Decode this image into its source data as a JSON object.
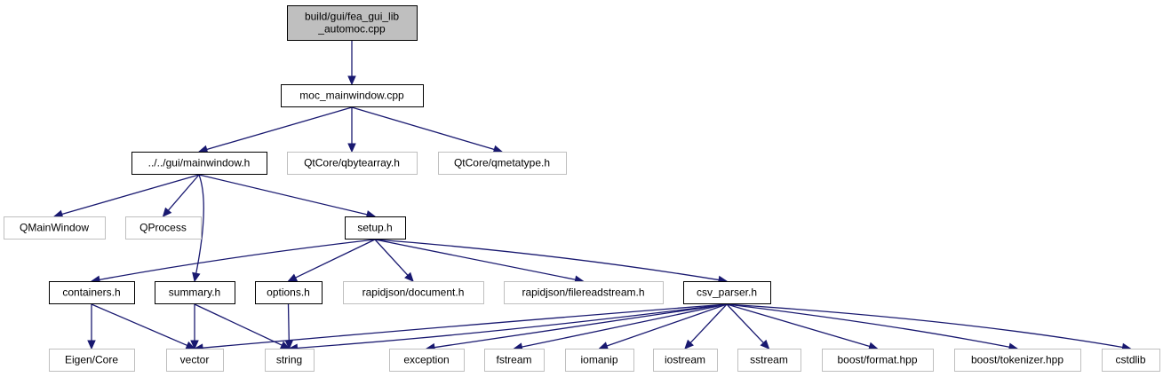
{
  "colors": {
    "edge": "#191970",
    "root_fill": "#bfbfbf",
    "root_border": "#000000",
    "node_fill": "#ffffff",
    "node_border": "#000000",
    "external_border": "#bfbfbf",
    "text": "#000000"
  },
  "nodes": [
    {
      "id": "root",
      "lines": [
        "build/gui/fea_gui_lib",
        "_automoc.cpp"
      ],
      "style": "root"
    },
    {
      "id": "moc",
      "lines": [
        "moc_mainwindow.cpp"
      ],
      "style": "normal"
    },
    {
      "id": "mainwindow",
      "lines": [
        "../../gui/mainwindow.h"
      ],
      "style": "normal"
    },
    {
      "id": "qbytearray",
      "lines": [
        "QtCore/qbytearray.h"
      ],
      "style": "external"
    },
    {
      "id": "qmetatype",
      "lines": [
        "QtCore/qmetatype.h"
      ],
      "style": "external"
    },
    {
      "id": "qmainwindow",
      "lines": [
        "QMainWindow"
      ],
      "style": "external"
    },
    {
      "id": "qprocess",
      "lines": [
        "QProcess"
      ],
      "style": "external"
    },
    {
      "id": "setup",
      "lines": [
        "setup.h"
      ],
      "style": "normal"
    },
    {
      "id": "containers",
      "lines": [
        "containers.h"
      ],
      "style": "normal"
    },
    {
      "id": "summary",
      "lines": [
        "summary.h"
      ],
      "style": "normal"
    },
    {
      "id": "options",
      "lines": [
        "options.h"
      ],
      "style": "normal"
    },
    {
      "id": "rj_document",
      "lines": [
        "rapidjson/document.h"
      ],
      "style": "external"
    },
    {
      "id": "rj_filereadstream",
      "lines": [
        "rapidjson/filereadstream.h"
      ],
      "style": "external"
    },
    {
      "id": "csv_parser",
      "lines": [
        "csv_parser.h"
      ],
      "style": "normal"
    },
    {
      "id": "eigen",
      "lines": [
        "Eigen/Core"
      ],
      "style": "external"
    },
    {
      "id": "vector",
      "lines": [
        "vector"
      ],
      "style": "external"
    },
    {
      "id": "string",
      "lines": [
        "string"
      ],
      "style": "external"
    },
    {
      "id": "exception",
      "lines": [
        "exception"
      ],
      "style": "external"
    },
    {
      "id": "fstream",
      "lines": [
        "fstream"
      ],
      "style": "external"
    },
    {
      "id": "iomanip",
      "lines": [
        "iomanip"
      ],
      "style": "external"
    },
    {
      "id": "iostream",
      "lines": [
        "iostream"
      ],
      "style": "external"
    },
    {
      "id": "sstream",
      "lines": [
        "sstream"
      ],
      "style": "external"
    },
    {
      "id": "boost_format",
      "lines": [
        "boost/format.hpp"
      ],
      "style": "external"
    },
    {
      "id": "boost_tokenizer",
      "lines": [
        "boost/tokenizer.hpp"
      ],
      "style": "external"
    },
    {
      "id": "cstdlib",
      "lines": [
        "cstdlib"
      ],
      "style": "external"
    }
  ],
  "edges": [
    [
      "root",
      "moc"
    ],
    [
      "moc",
      "mainwindow"
    ],
    [
      "moc",
      "qbytearray"
    ],
    [
      "moc",
      "qmetatype"
    ],
    [
      "mainwindow",
      "qmainwindow"
    ],
    [
      "mainwindow",
      "qprocess"
    ],
    [
      "mainwindow",
      "summary"
    ],
    [
      "mainwindow",
      "setup"
    ],
    [
      "setup",
      "containers"
    ],
    [
      "setup",
      "options"
    ],
    [
      "setup",
      "rj_document"
    ],
    [
      "setup",
      "rj_filereadstream"
    ],
    [
      "setup",
      "csv_parser"
    ],
    [
      "containers",
      "eigen"
    ],
    [
      "containers",
      "vector"
    ],
    [
      "summary",
      "vector"
    ],
    [
      "summary",
      "string"
    ],
    [
      "options",
      "string"
    ],
    [
      "csv_parser",
      "vector"
    ],
    [
      "csv_parser",
      "string"
    ],
    [
      "csv_parser",
      "exception"
    ],
    [
      "csv_parser",
      "fstream"
    ],
    [
      "csv_parser",
      "iomanip"
    ],
    [
      "csv_parser",
      "iostream"
    ],
    [
      "csv_parser",
      "sstream"
    ],
    [
      "csv_parser",
      "boost_format"
    ],
    [
      "csv_parser",
      "boost_tokenizer"
    ],
    [
      "csv_parser",
      "cstdlib"
    ]
  ]
}
